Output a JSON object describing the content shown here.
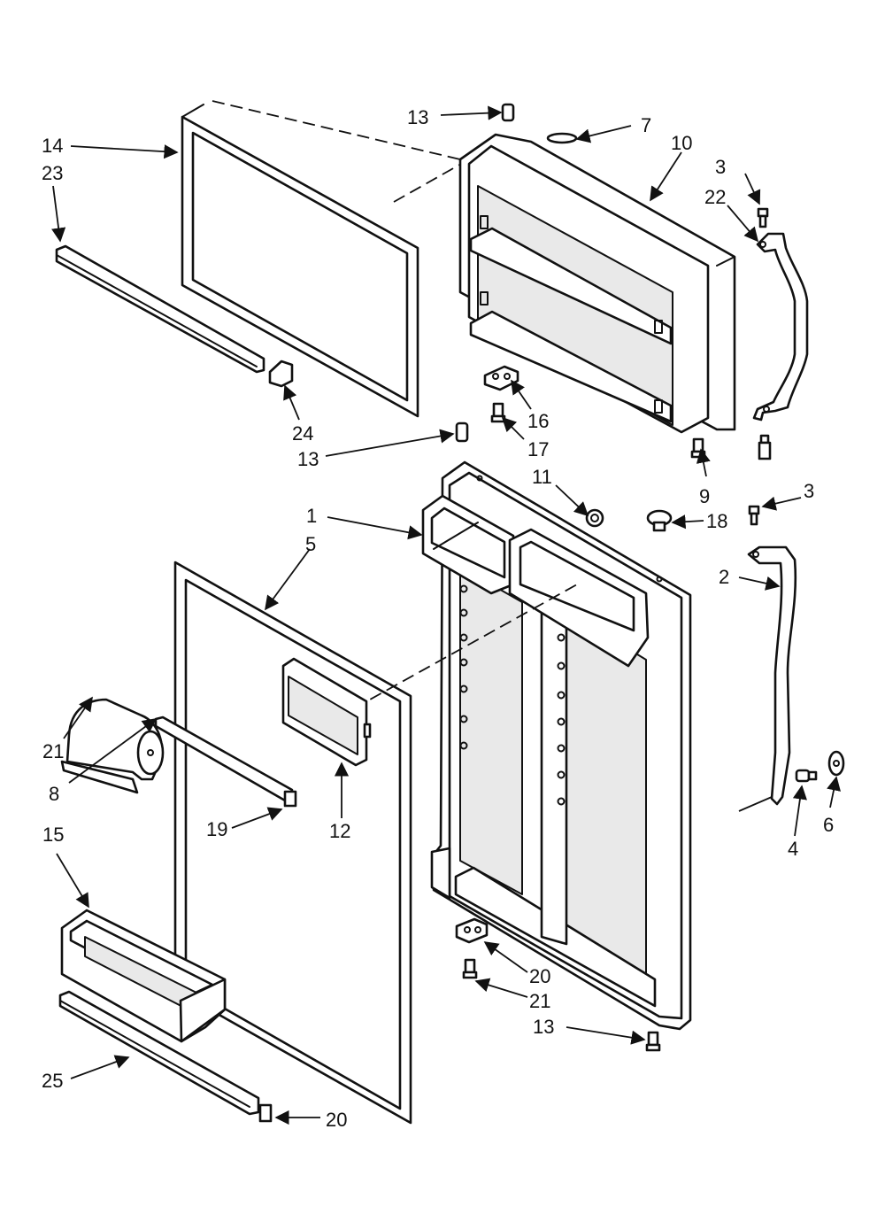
{
  "callouts": [
    {
      "id": "c13a",
      "text": "13"
    },
    {
      "id": "c7",
      "text": "7"
    },
    {
      "id": "c10",
      "text": "10"
    },
    {
      "id": "c14",
      "text": "14"
    },
    {
      "id": "c23",
      "text": "23"
    },
    {
      "id": "c3a",
      "text": "3"
    },
    {
      "id": "c22",
      "text": "22"
    },
    {
      "id": "c24",
      "text": "24"
    },
    {
      "id": "c16",
      "text": "16"
    },
    {
      "id": "c17",
      "text": "17"
    },
    {
      "id": "c13b",
      "text": "13"
    },
    {
      "id": "c11",
      "text": "11"
    },
    {
      "id": "c9",
      "text": "9"
    },
    {
      "id": "c3b",
      "text": "3"
    },
    {
      "id": "c1",
      "text": "1"
    },
    {
      "id": "c18",
      "text": "18"
    },
    {
      "id": "c5",
      "text": "5"
    },
    {
      "id": "c2",
      "text": "2"
    },
    {
      "id": "c21a",
      "text": "21"
    },
    {
      "id": "c8",
      "text": "8"
    },
    {
      "id": "c19",
      "text": "19"
    },
    {
      "id": "c12",
      "text": "12"
    },
    {
      "id": "c4",
      "text": "4"
    },
    {
      "id": "c6",
      "text": "6"
    },
    {
      "id": "c15",
      "text": "15"
    },
    {
      "id": "c20a",
      "text": "20"
    },
    {
      "id": "c21b",
      "text": "21"
    },
    {
      "id": "c13c",
      "text": "13"
    },
    {
      "id": "c25",
      "text": "25"
    },
    {
      "id": "c20b",
      "text": "20"
    }
  ]
}
